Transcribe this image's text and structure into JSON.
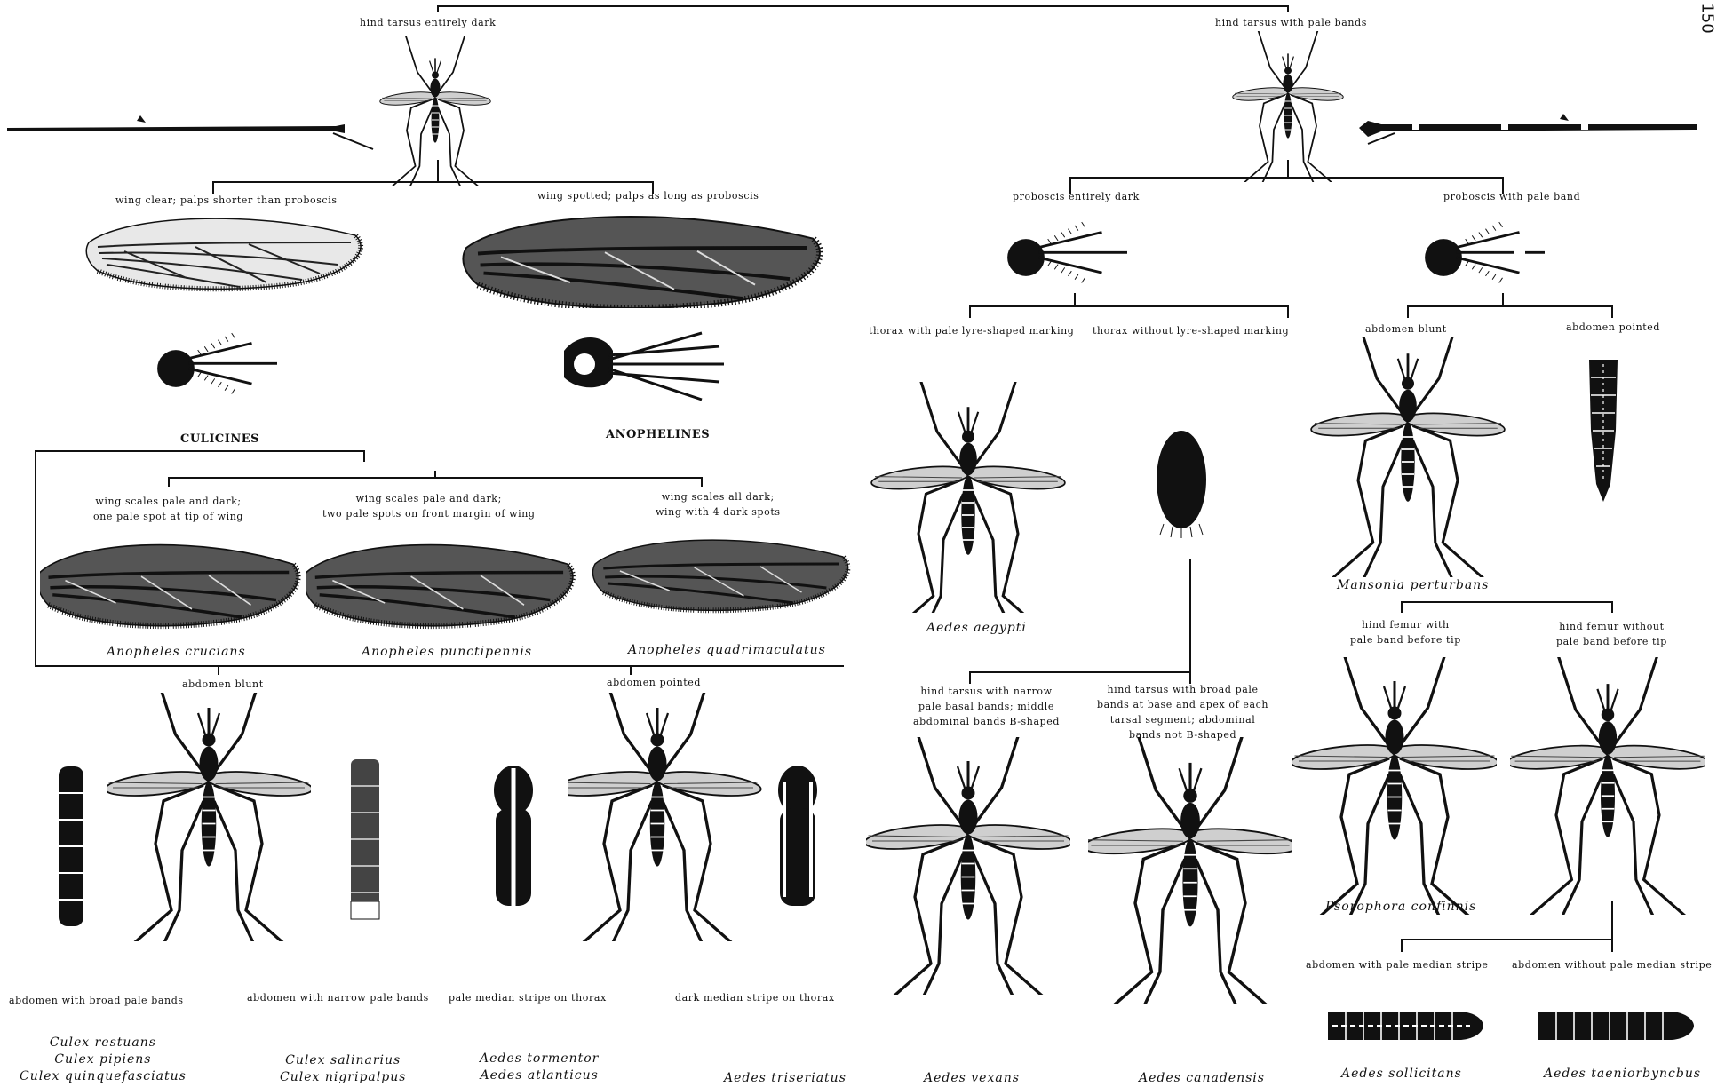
{
  "page_number": "150",
  "top_split": {
    "left": "hind tarsus entirely dark",
    "right": "hind tarsus with pale bands"
  },
  "left_branch": {
    "wing_clear": "wing clear; palps shorter than proboscis",
    "wing_spotted": "wing spotted; palps as long as proboscis",
    "culicines": "CULICINES",
    "anophelines": "ANOPHELINES",
    "anopheles_keys": [
      {
        "lines": [
          "wing scales pale and dark;",
          "one pale spot at tip of wing"
        ],
        "species": "Anopheles crucians"
      },
      {
        "lines": [
          "wing scales pale and dark;",
          "two pale spots on front margin of wing"
        ],
        "species": "Anopheles punctipennis"
      },
      {
        "lines": [
          "wing scales all dark;",
          "wing with 4 dark spots"
        ],
        "species": "Anopheles quadrimaculatus"
      }
    ],
    "abdomen_blunt": "abdomen blunt",
    "abdomen_pointed": "abdomen pointed",
    "bottom_labels": [
      "abdomen with broad pale bands",
      "abdomen with narrow pale bands",
      "pale median stripe on thorax",
      "dark median stripe on thorax"
    ],
    "species_groups": [
      [
        "Culex restuans",
        "Culex pipiens",
        "Culex quinquefasciatus"
      ],
      [
        "Culex salinarius",
        "Culex nigripalpus"
      ],
      [
        "Aedes tormentor",
        "Aedes atlanticus"
      ],
      [
        "Aedes triseriatus"
      ]
    ]
  },
  "right_branch": {
    "proboscis_dark": "proboscis entirely dark",
    "proboscis_band": "proboscis with pale band",
    "thorax_lyre": "thorax with pale lyre-shaped marking",
    "thorax_no_lyre": "thorax without lyre-shaped marking",
    "aedes_aegypti": "Aedes aegypti",
    "hind_narrow": [
      "hind tarsus with narrow",
      "pale basal bands; middle",
      "abdominal bands B-shaped"
    ],
    "hind_broad": [
      "hind tarsus with broad pale",
      "bands at base and apex of each",
      "tarsal segment; abdominal",
      "bands not B-shaped"
    ],
    "aedes_vexans": "Aedes vexans",
    "aedes_canadensis": "Aedes canadensis",
    "abdomen_blunt": "abdomen blunt",
    "abdomen_pointed": "abdomen pointed",
    "mansonia": "Mansonia perturbans",
    "femur_with": [
      "hind femur with",
      "pale band before tip"
    ],
    "femur_without": [
      "hind femur without",
      "pale band before tip"
    ],
    "psorophora": "Psorophora confinnis",
    "stripe_with": "abdomen with pale median stripe",
    "stripe_without": "abdomen without pale median stripe",
    "aedes_sollicitans": "Aedes sollicitans",
    "aedes_taeniorhynchus": "Aedes taeniorbyncbus"
  }
}
